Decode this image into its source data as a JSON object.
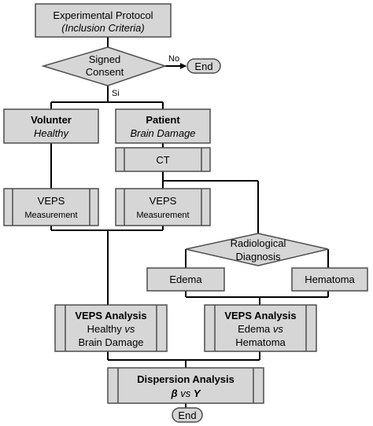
{
  "nodes": {
    "protocol": {
      "line1": "Experimental Protocol",
      "line2": "(Inclusion Criteria)"
    },
    "consent": {
      "line1": "Signed",
      "line2": "Consent"
    },
    "no_label": "No",
    "end_top": "End",
    "si_label": "Si",
    "volunteer": {
      "title": "Volunter",
      "subtitle": "Healthy"
    },
    "patient": {
      "title": "Patient",
      "subtitle": "Brain Damage"
    },
    "ct": "CT",
    "veps_left": {
      "line1": "VEPS",
      "line2": "Measurement"
    },
    "veps_right": {
      "line1": "VEPS",
      "line2": "Measurement"
    },
    "radiological": {
      "line1": "Radiological",
      "line2": "Diagnosis"
    },
    "edema": "Edema",
    "hematoma": "Hematoma",
    "analysis_left": {
      "title": "VEPS Analysis",
      "line2a": "Healthy ",
      "line2b": "vs",
      "line3": "Brain Damage"
    },
    "analysis_right": {
      "title": "VEPS Analysis",
      "line2a": "Edema ",
      "line2b": "vs",
      "line3": "Hematoma"
    },
    "dispersion": {
      "title": "Dispersion Analysis",
      "line2a": "β",
      "line2b": " vs ",
      "line2c": "Υ"
    },
    "end_bottom": "End"
  },
  "colors": {
    "box_fill": "#d6d6d6",
    "stroke": "#4d4d4d",
    "line": "#000000"
  }
}
